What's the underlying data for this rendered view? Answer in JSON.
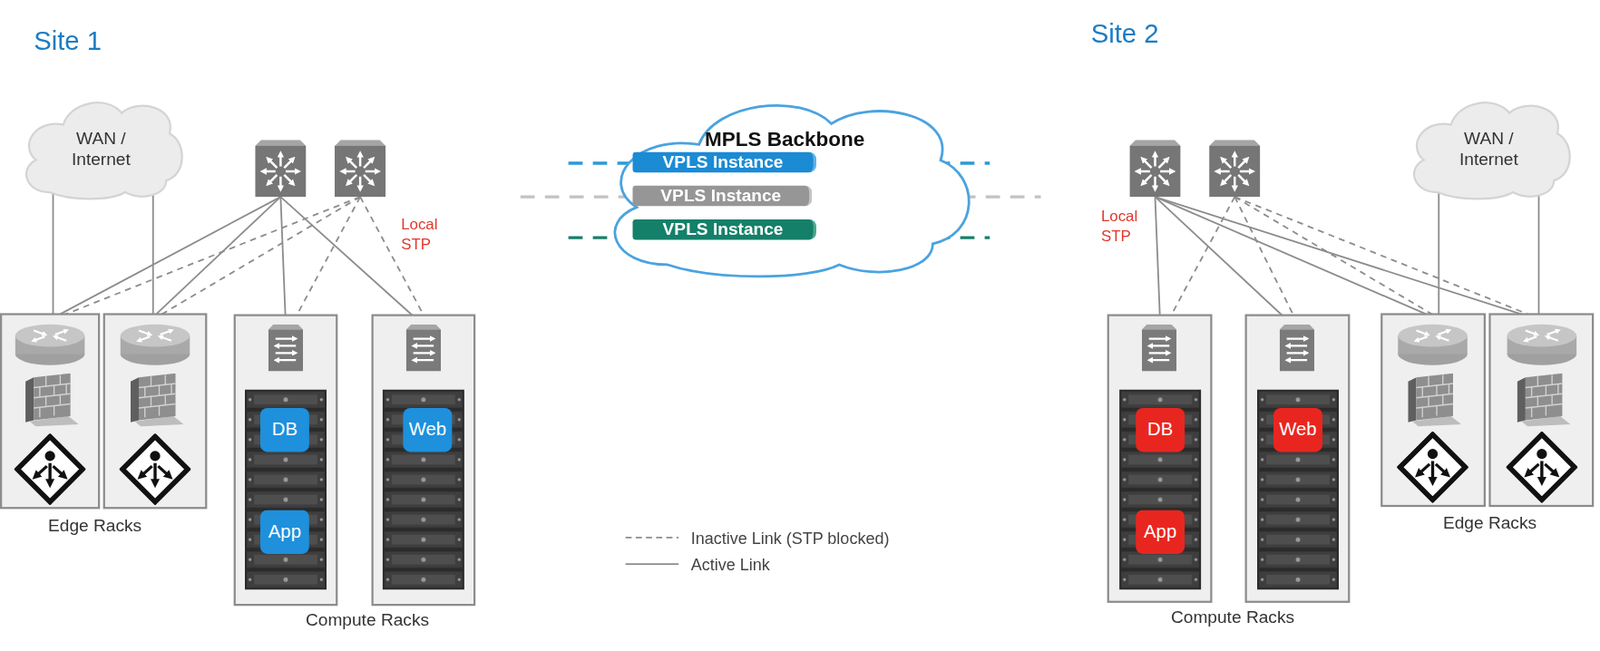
{
  "diagram": {
    "nodes": [
      {
        "text": [
          "WAN / Internet"
        ]
      },
      {
        "text": [
          "MPLS Backbone"
        ]
      },
      {
        "text": [
          "VPLS Instance"
        ],
        "in": 1
      },
      {
        "text": [
          "VPLS Instance"
        ],
        "in": 1
      },
      {
        "text": [
          "VPLS Instance"
        ],
        "in": 1
      },
      {
        "text": [
          "WAN / Internet"
        ]
      },
      {
        "text": [
          "DB"
        ]
      },
      {
        "text": [
          "Web"
        ]
      },
      {
        "text": [
          "DB"
        ]
      },
      {
        "text": [
          "Web"
        ]
      },
      {
        "text": [
          "App"
        ]
      },
      {
        "text": [
          "App"
        ]
      }
    ],
    "labels": [
      "Site 1",
      "Site 2",
      "Local STP",
      "Local STP",
      "Edge Racks",
      "Compute Racks",
      "Compute Racks",
      "Edge Racks"
    ],
    "legend": [
      {
        "text": "Inactive Link (STP blocked)"
      },
      {
        "text": "Active Link"
      }
    ]
  }
}
